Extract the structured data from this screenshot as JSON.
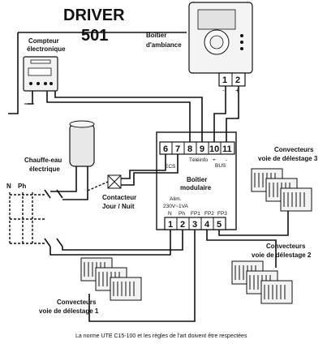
{
  "title_line1": "DRIVER",
  "title_line2": "501",
  "meter": {
    "label1": "Compteur",
    "label2": "électronique"
  },
  "ambiance": {
    "label1": "Boîtier",
    "label2": "d'ambiance",
    "terminals": [
      "1",
      "2"
    ],
    "polarity": [
      "-",
      "+"
    ]
  },
  "water_heater": {
    "label1": "Chauffe-eau",
    "label2": "électrique"
  },
  "contactor": {
    "label1": "Contacteur",
    "label2": "Jour / Nuit"
  },
  "supply": {
    "n": "N",
    "ph": "Ph"
  },
  "module": {
    "label1": "Boîtier",
    "label2": "modulaire",
    "top_terminals": [
      "6",
      "7",
      "8",
      "9",
      "10",
      "11"
    ],
    "bottom_terminals": [
      "1",
      "2",
      "3",
      "4",
      "5"
    ],
    "ecs": "ECS",
    "teleinfo": "Téléinfo",
    "plus": "+",
    "minus": "-",
    "bus": "BUS",
    "alim1": "Alim.",
    "alim2": "230V~1VA",
    "pins": [
      "N",
      "Ph",
      "FP1",
      "FP2",
      "FP3"
    ]
  },
  "convectors": {
    "group3_line1": "Convecteurs",
    "group3_line2": "voie de délestage 3",
    "group2_line1": "Convecteurs",
    "group2_line2": "voie de délestage 2",
    "group1_line1": "Convecteurs",
    "group1_line2": "voie de délestage 1"
  },
  "footnote": "La norme UTE C15-100 et les règles de l'art doivent être respectées"
}
